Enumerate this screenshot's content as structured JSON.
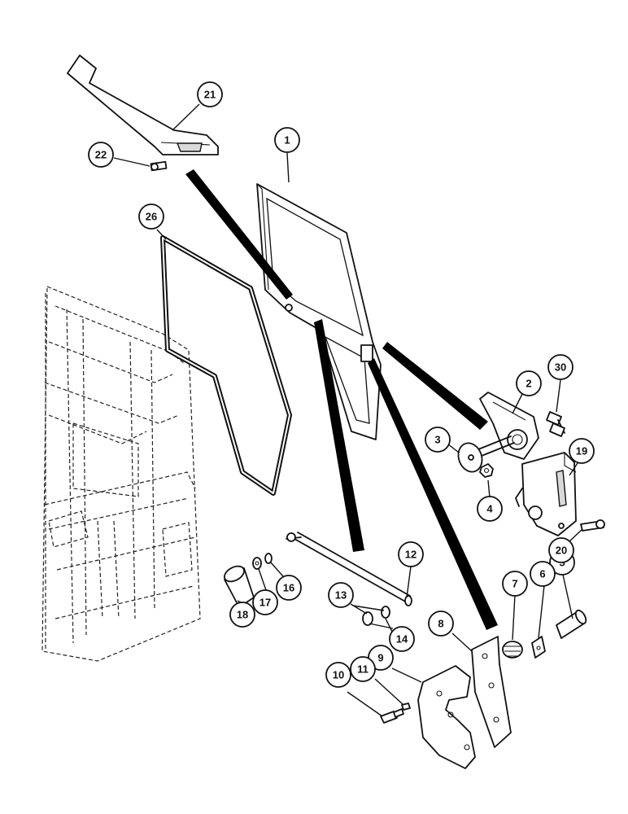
{
  "callouts": [
    {
      "id": "c1",
      "label": "1"
    },
    {
      "id": "c2",
      "label": "2"
    },
    {
      "id": "c3",
      "label": "3"
    },
    {
      "id": "c4",
      "label": "4"
    },
    {
      "id": "c5",
      "label": "5"
    },
    {
      "id": "c6",
      "label": "6"
    },
    {
      "id": "c7",
      "label": "7"
    },
    {
      "id": "c8",
      "label": "8"
    },
    {
      "id": "c9",
      "label": "9"
    },
    {
      "id": "c10",
      "label": "10"
    },
    {
      "id": "c11",
      "label": "11"
    },
    {
      "id": "c12",
      "label": "12"
    },
    {
      "id": "c13",
      "label": "13"
    },
    {
      "id": "c14",
      "label": "14"
    },
    {
      "id": "c16",
      "label": "16"
    },
    {
      "id": "c17",
      "label": "17"
    },
    {
      "id": "c18",
      "label": "18"
    },
    {
      "id": "c19",
      "label": "19"
    },
    {
      "id": "c20",
      "label": "20"
    },
    {
      "id": "c21",
      "label": "21"
    },
    {
      "id": "c22",
      "label": "22"
    },
    {
      "id": "c26",
      "label": "26"
    },
    {
      "id": "c30",
      "label": "30"
    }
  ]
}
